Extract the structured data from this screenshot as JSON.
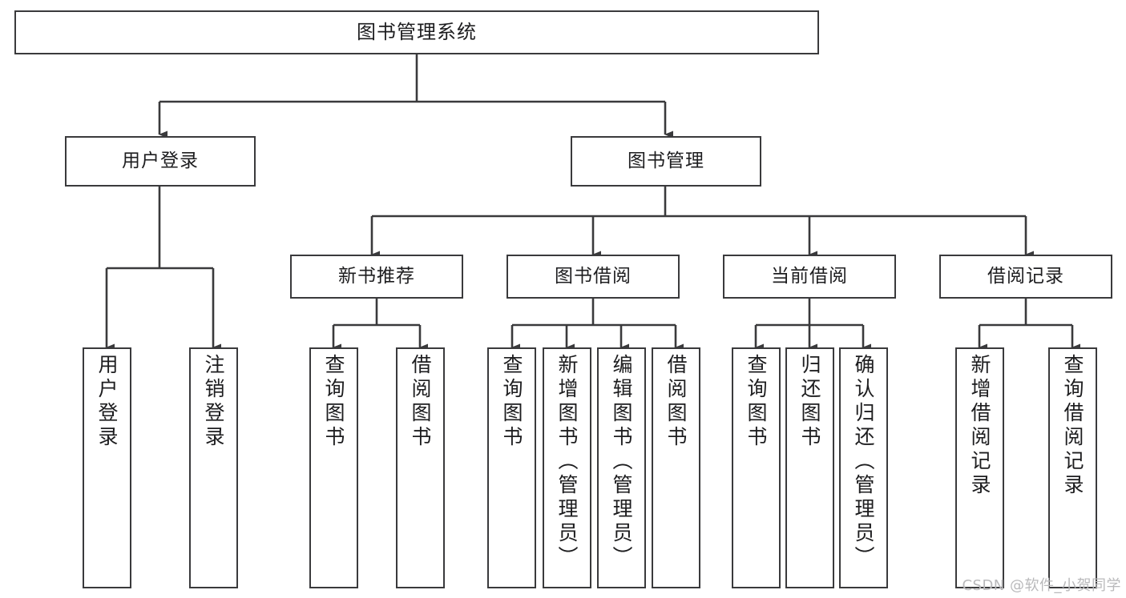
{
  "diagram": {
    "title": "图书管理系统",
    "type": "tree-hierarchy",
    "line_color": "#3a3a3c",
    "box_fill": "#ffffff",
    "text_color": "#1d1d1f",
    "root": {
      "label": "图书管理系统"
    },
    "level2": [
      {
        "label": "用户登录"
      },
      {
        "label": "图书管理"
      }
    ],
    "level3": [
      {
        "label": "新书推荐"
      },
      {
        "label": "图书借阅"
      },
      {
        "label": "当前借阅"
      },
      {
        "label": "借阅记录"
      }
    ],
    "leaves": {
      "user_login": [
        {
          "label": "用户登录"
        },
        {
          "label": "注销登录"
        }
      ],
      "new_book_recommend": [
        {
          "label": "查询图书"
        },
        {
          "label": "借阅图书"
        }
      ],
      "book_borrow": [
        {
          "label": "查询图书"
        },
        {
          "label": "新增图书（管理员）"
        },
        {
          "label": "编辑图书（管理员）"
        },
        {
          "label": "借阅图书"
        }
      ],
      "current_borrow": [
        {
          "label": "查询图书"
        },
        {
          "label": "归还图书"
        },
        {
          "label": "确认归还（管理员）"
        }
      ],
      "borrow_record": [
        {
          "label": "新增借阅记录"
        },
        {
          "label": "查询借阅记录"
        }
      ]
    },
    "watermark": "CSDN @软件_小贺同学"
  }
}
